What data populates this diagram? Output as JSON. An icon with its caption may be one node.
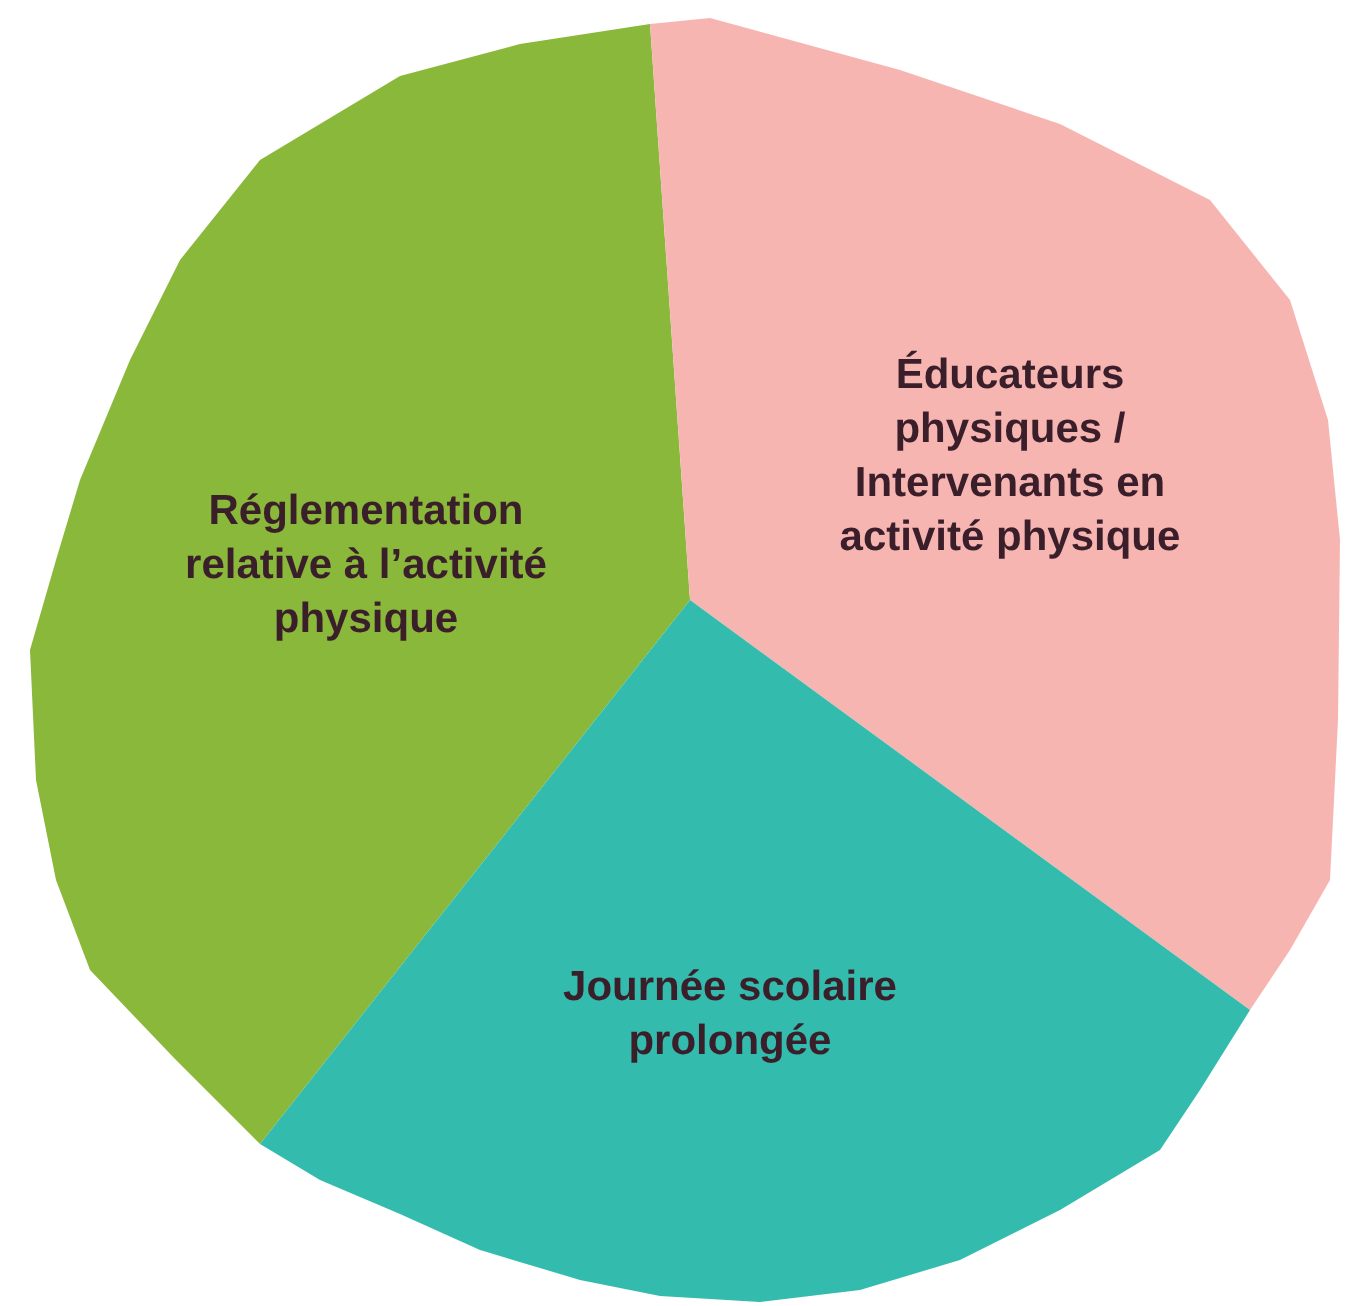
{
  "diagram": {
    "nodes": [
      {
        "text": [
          "Réglementation relative à l’activité physique"
        ]
      },
      {
        "text": [
          "Éducateurs physiques / Intervenants en activité physique"
        ]
      },
      {
        "text": [
          "Journée scolaire prolongée"
        ]
      }
    ]
  }
}
